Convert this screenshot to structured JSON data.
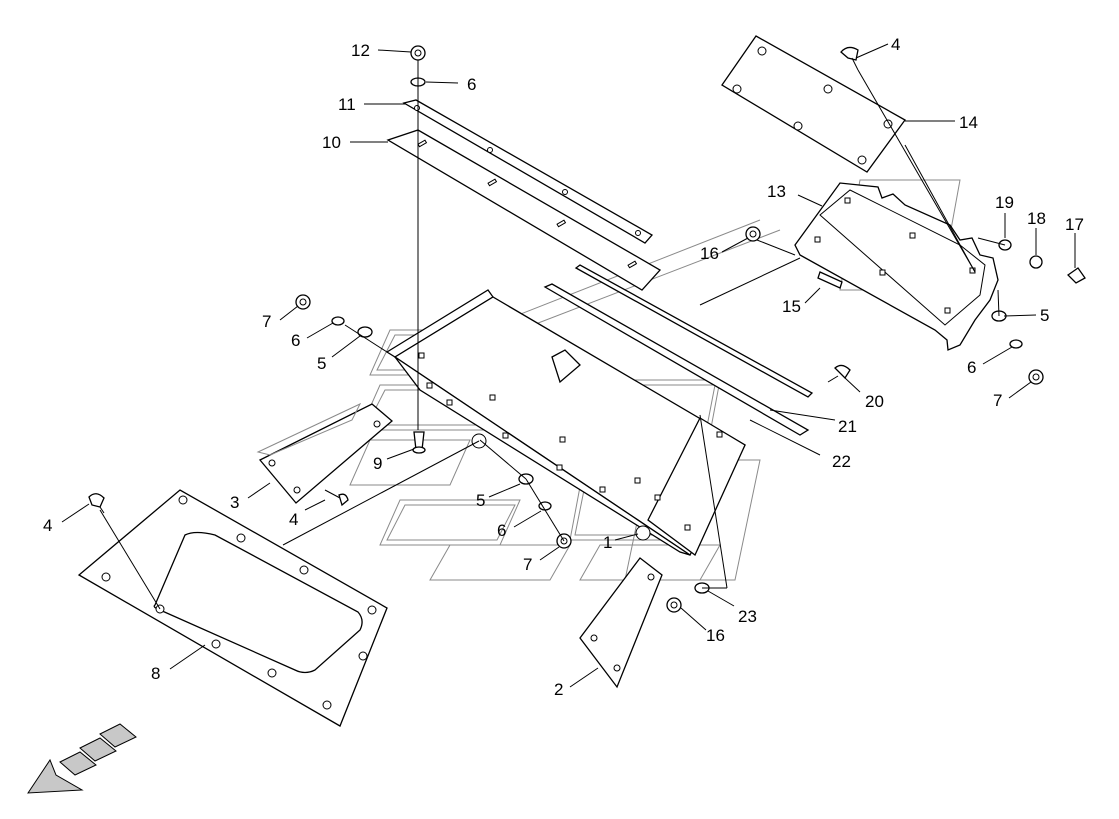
{
  "callouts": [
    {
      "id": "c12",
      "text": "12"
    },
    {
      "id": "c6a",
      "text": "6"
    },
    {
      "id": "c11",
      "text": "11"
    },
    {
      "id": "c10",
      "text": "10"
    },
    {
      "id": "c4a",
      "text": "4"
    },
    {
      "id": "c14",
      "text": "14"
    },
    {
      "id": "c13",
      "text": "13"
    },
    {
      "id": "c19",
      "text": "19"
    },
    {
      "id": "c18",
      "text": "18"
    },
    {
      "id": "c17",
      "text": "17"
    },
    {
      "id": "c16a",
      "text": "16"
    },
    {
      "id": "c15",
      "text": "15"
    },
    {
      "id": "c5a",
      "text": "5"
    },
    {
      "id": "c7a",
      "text": "7"
    },
    {
      "id": "c6b",
      "text": "6"
    },
    {
      "id": "c5b",
      "text": "5"
    },
    {
      "id": "c6c",
      "text": "6"
    },
    {
      "id": "c7b",
      "text": "7"
    },
    {
      "id": "c20",
      "text": "20"
    },
    {
      "id": "c21",
      "text": "21"
    },
    {
      "id": "c22",
      "text": "22"
    },
    {
      "id": "c9",
      "text": "9"
    },
    {
      "id": "c3",
      "text": "3"
    },
    {
      "id": "c4b",
      "text": "4"
    },
    {
      "id": "c5c",
      "text": "5"
    },
    {
      "id": "c6d",
      "text": "6"
    },
    {
      "id": "c1",
      "text": "1"
    },
    {
      "id": "c7c",
      "text": "7"
    },
    {
      "id": "c4c",
      "text": "4"
    },
    {
      "id": "c23",
      "text": "23"
    },
    {
      "id": "c16b",
      "text": "16"
    },
    {
      "id": "c2",
      "text": "2"
    },
    {
      "id": "c8",
      "text": "8"
    }
  ],
  "colors": {
    "line": "#000000",
    "watermark": "#8a8a8a",
    "arrow_fill": "#c8c8c8",
    "background": "#ffffff"
  },
  "icons": {
    "direction_indicator": "forward-direction-arrow-icon"
  }
}
